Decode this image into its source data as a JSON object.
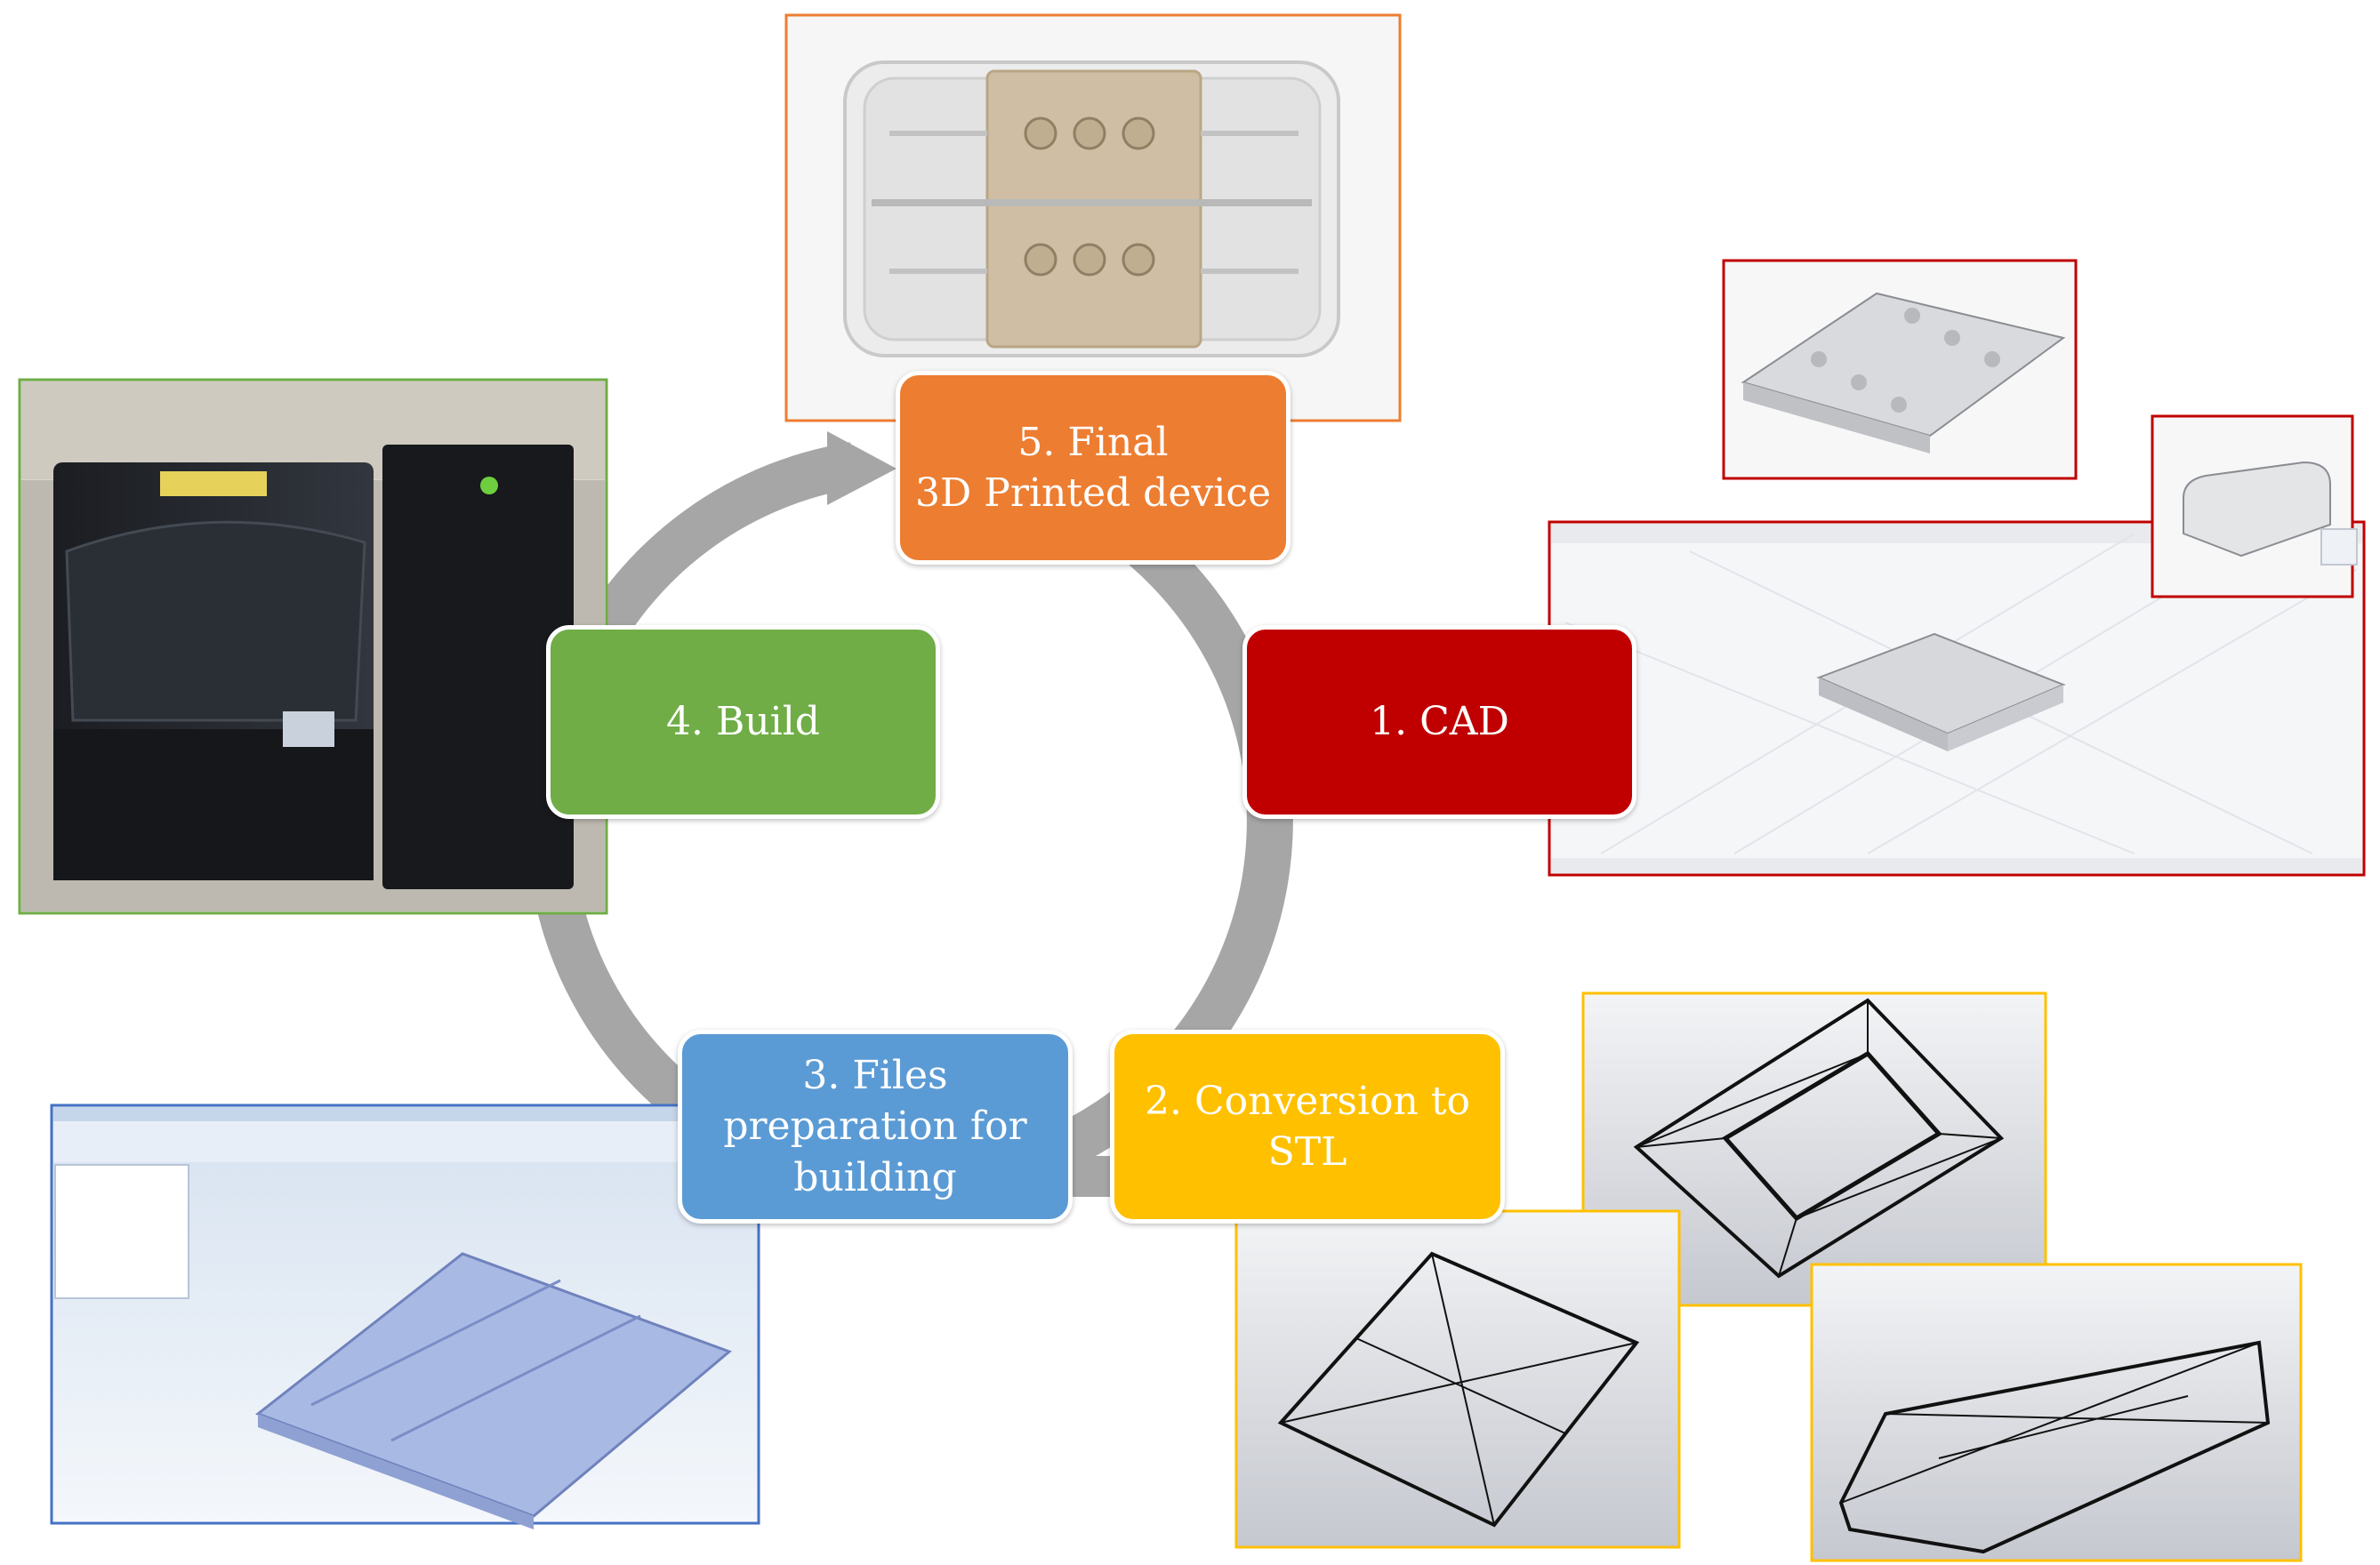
{
  "colors": {
    "cad": "#c00000",
    "conversion": "#ffc000",
    "files": "#5b9bd5",
    "build": "#70ad47",
    "final": "#ed7d31",
    "cycle_arrow": "#a6a6a6"
  },
  "steps": {
    "cad": "1. CAD",
    "conversion": "2. Conversion to\nSTL",
    "files": "3. Files\npreparation for\nbuilding",
    "build": "4. Build",
    "final": "5. Final\n3D Printed device"
  }
}
